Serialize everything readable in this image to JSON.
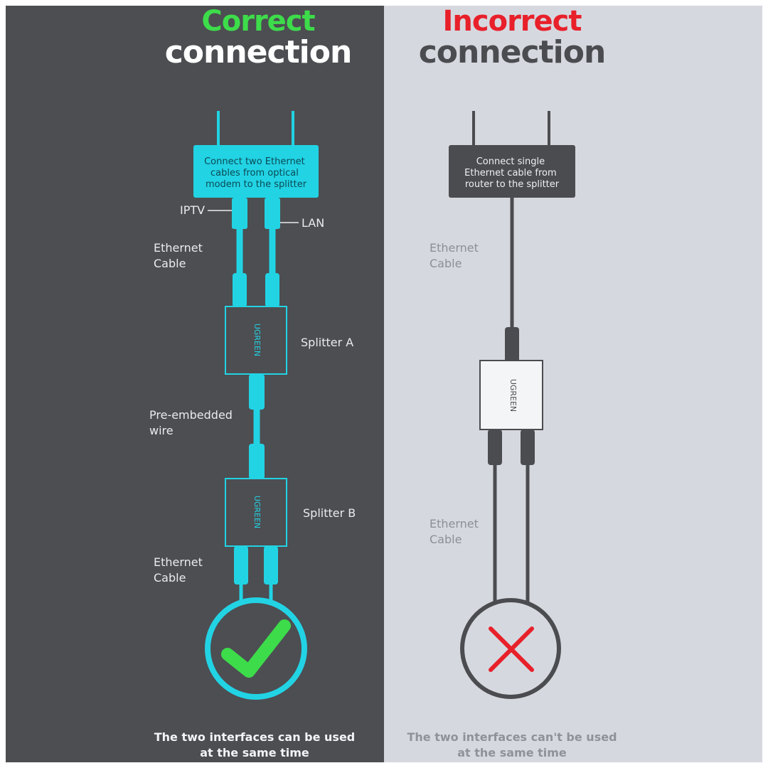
{
  "colors": {
    "correct": "#3ddc4a",
    "incorrect": "#e8202a",
    "cable_good": "#22d3e4",
    "cable_bad": "#4a4c50"
  },
  "correct": {
    "title_word": "Correct",
    "title_sub": "connection",
    "box_text": [
      "Connect two Ethernet",
      "cables from optical",
      "modem to the splitter"
    ],
    "labels": {
      "iptv": "IPTV",
      "lan": "LAN",
      "ethernet_cable_top": [
        "Ethernet",
        "Cable"
      ],
      "splitter_a": "Splitter A",
      "pre_embedded": [
        "Pre-embedded",
        "wire"
      ],
      "splitter_b": "Splitter B",
      "ethernet_cable_bottom": [
        "Ethernet",
        "Cable"
      ]
    },
    "brand": "UGREEN",
    "status_icon": "checkmark-icon",
    "bottom_text": [
      "The two interfaces can be used",
      "at the same time"
    ]
  },
  "incorrect": {
    "title_word": "Incorrect",
    "title_sub": "connection",
    "box_text": [
      "Connect single",
      "Ethernet cable from",
      "router to the splitter"
    ],
    "labels": {
      "ethernet_cable_top": [
        "Ethernet",
        "Cable"
      ],
      "ethernet_cable_bottom": [
        "Ethernet",
        "Cable"
      ]
    },
    "brand": "UGREEN",
    "status_icon": "cross-icon",
    "bottom_text": [
      "The two interfaces can't be used",
      "at the same time"
    ]
  }
}
